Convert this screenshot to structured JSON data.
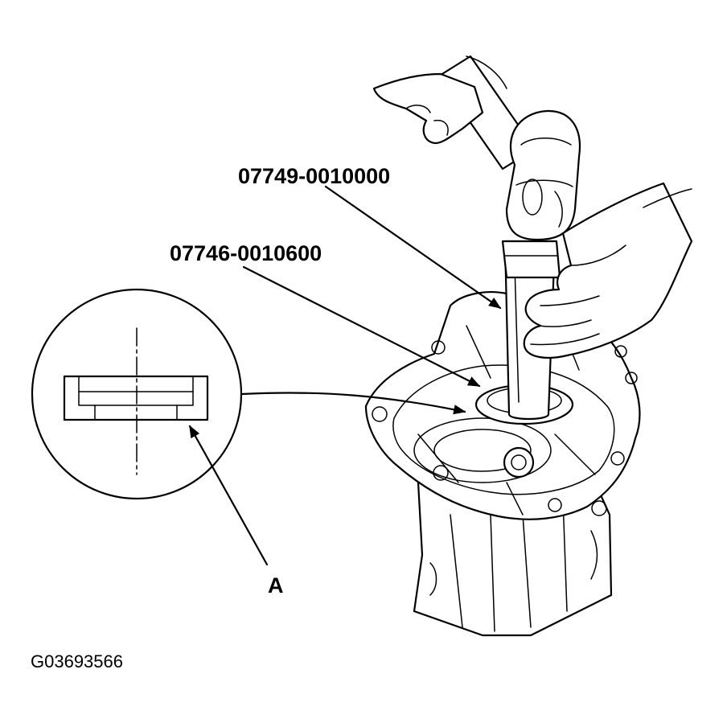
{
  "labels": {
    "tool_upper": "07749-0010000",
    "tool_lower": "07746-0010600",
    "callout": "A",
    "figure_code": "G03693566"
  },
  "colors": {
    "ink": "#000000",
    "paper": "#ffffff"
  }
}
